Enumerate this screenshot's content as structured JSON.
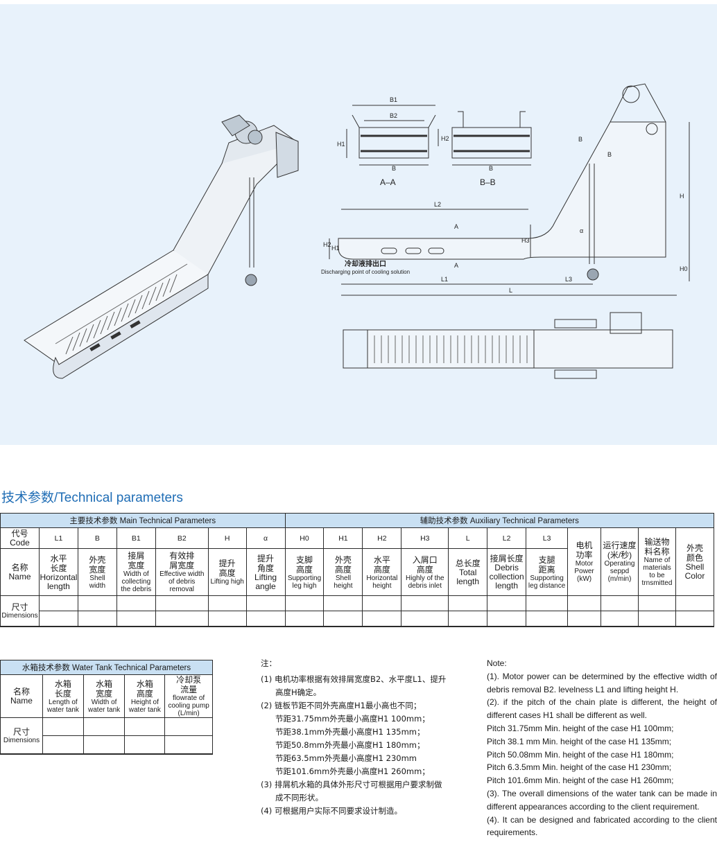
{
  "drawing": {
    "section_aa": "A–A",
    "section_bb": "B–B",
    "discharge_cn": "冷却液排出口",
    "discharge_en": "Discharging point of cooling solution",
    "labels": {
      "B1": "B1",
      "B2": "B2",
      "B": "B",
      "H1": "H1",
      "H2": "H2",
      "H3": "H3",
      "H": "H",
      "H0": "H0",
      "L": "L",
      "L1": "L1",
      "L2": "L2",
      "L3": "L3",
      "alpha": "α",
      "A": "A",
      "Bmark": "B"
    }
  },
  "section_title": "技术参数/Technical parameters",
  "main_table": {
    "main_header": "主要技术参数  Main Technical Parameters",
    "aux_header": "辅助技术参数  Auxiliary Technical Parameters",
    "code_label_cn": "代号",
    "code_label_en": "Code",
    "codes": [
      "L1",
      "B",
      "B1",
      "B2",
      "H",
      "α",
      "H0",
      "H1",
      "H2",
      "H3",
      "L",
      "L2",
      "L3"
    ],
    "name_label_cn": "名称",
    "name_label_en": "Name",
    "names": [
      {
        "cn": "水平\n长度",
        "en": "Horizontal\nlength"
      },
      {
        "cn": "外壳\n宽度",
        "en": "Shell\nwidth"
      },
      {
        "cn": "接屑\n宽度",
        "en": "Width of\ncollecting\nthe debris"
      },
      {
        "cn": "有效排\n屑宽度",
        "en": "Effective width\nof debris\nremoval"
      },
      {
        "cn": "提升\n高度",
        "en": "Lifting high"
      },
      {
        "cn": "提升\n角度",
        "en": "Lifting\nangle"
      },
      {
        "cn": "支脚\n高度",
        "en": "Supporting\nleg high"
      },
      {
        "cn": "外壳\n高度",
        "en": "Shell\nheight"
      },
      {
        "cn": "水平\n高度",
        "en": "Horizontal\nheight"
      },
      {
        "cn": "入屑口\n高度",
        "en": "Highly of the\ndebris inlet"
      },
      {
        "cn": "总长度",
        "en": "Total\nlength"
      },
      {
        "cn": "接屑长度",
        "en": "Debris\ncollection\nlength"
      },
      {
        "cn": "支腿\n距离",
        "en": "Supporting\nleg distance"
      }
    ],
    "extra_cols": [
      {
        "cn": "电机\n功率",
        "en": "Motor\nPower\n(kW)"
      },
      {
        "cn": "运行速度\n(米/秒)",
        "en": "Operating\nseppd\n(m/min)"
      },
      {
        "cn": "输送物\n料名称",
        "en": "Name of\nmaterials\nto be\ntrnsmitted"
      },
      {
        "cn": "外壳\n颜色",
        "en": "Shell\nColor"
      }
    ],
    "dim_label_cn": "尺寸",
    "dim_label_en": "Dimensions"
  },
  "water_table": {
    "header": "水箱技术参数  Water Tank Technical Parameters",
    "name_label_cn": "名称",
    "name_label_en": "Name",
    "cols": [
      {
        "cn": "水箱\n长度",
        "en": "Length of\nwater tank"
      },
      {
        "cn": "水箱\n宽度",
        "en": "Width of\nwater tank"
      },
      {
        "cn": "水箱\n高度",
        "en": "Height of\nwater tank"
      },
      {
        "cn": "冷却泵\n流量",
        "en": "flowrate of\ncooling pump\n(L/min)"
      }
    ],
    "dim_label_cn": "尺寸",
    "dim_label_en": "Dimensions"
  },
  "notes_cn": {
    "title": "注：",
    "items": [
      "(1) 电机功率根据有效排屑宽度B2、水平度L1、提升",
      "高度H确定。",
      "(2) 链板节距不同外壳高度H1最小高也不同；",
      "节距31.75mm外壳最小高度H1 100mm；",
      "节距38.1mm外壳最小高度H1 135mm；",
      "节距50.8mm外壳最小高度H1 180mm；",
      "节距63.5mm外壳最小高度H1 230mm",
      "节距101.6mm外壳最小高度H1 260mm；",
      "(3) 排屑机水箱的具体外形尺寸可根据用户要求制做",
      "成不同形状。",
      "(4) 可根据用户实际不同要求设计制造。"
    ]
  },
  "notes_en": {
    "title": "Note:",
    "p1": "(1). Motor power can be determined by the effective width of debris removal B2. levelness L1 and lifting height H.",
    "p2": "(2). if the pitch of the chain plate is different, the height of different cases H1 shall be different as well.",
    "pitches": [
      "Pitch 31.75mm Min. height of the case H1 100mm;",
      "Pitch 38.1 mm Min. height of the case H1 135mm;",
      "Pitch 50.08mm Min. height of the case H1 180mm;",
      "Pitch 6.3.5mm Min. height of the case H1 230mm;",
      "Pitch 101.6mm Min. height of the case H1 260mm;"
    ],
    "p3": "(3). The overall dimensions of the water tank can be made in different appearances according to the client requirement.",
    "p4": "(4). It can be designed and fabricated according to the client requirements."
  }
}
